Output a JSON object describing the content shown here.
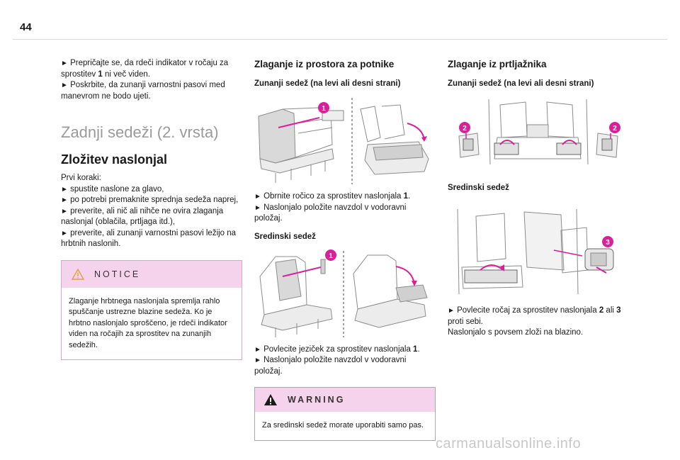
{
  "page_number": "44",
  "col1": {
    "intro_lines": [
      {
        "pre": "Prepričajte se, da rdeči indikator v ročaju za sprostitev ",
        "bold": "1",
        "post": " ni več viden."
      },
      {
        "pre": "Poskrbite, da zunanji varnostni pasovi med manevrom ne bodo ujeti.",
        "bold": "",
        "post": ""
      }
    ],
    "chapter_title": "Zadnji sedeži (2. vrsta)",
    "section_title": "Zložitev naslonjal",
    "first_steps_label": "Prvi koraki:",
    "steps": [
      "spustite naslone za glavo,",
      "po potrebi premaknite sprednja sedeža naprej,",
      "preverite, ali nič ali nihče ne ovira zlaganja naslonjal (oblačila, prtljaga itd.),",
      "preverite, ali zunanji varnostni pasovi ležijo na hrbtnih naslonih."
    ],
    "notice": {
      "label": "NOTICE",
      "body": "Zlaganje hrbtnega naslonjala spremlja rahlo spuščanje ustrezne blazine sedeža. Ko je hrbtno naslonjalo sproščeno, je rdeči indikator viden na ročajih za sprostitev na zunanjih sedežih."
    }
  },
  "col2": {
    "title": "Zlaganje iz prostora za potnike",
    "sub1": "Zunanji sedež (na levi ali desni strani)",
    "steps1": [
      {
        "pre": "Obrnite ročico za sprostitev naslonjala ",
        "bold": "1",
        "post": "."
      },
      {
        "pre": "Naslonjalo položite navzdol v vodoravni položaj.",
        "bold": "",
        "post": ""
      }
    ],
    "sub2": "Sredinski sedež",
    "steps2": [
      {
        "pre": "Povlecite jeziček za sprostitev naslonjala ",
        "bold": "1",
        "post": "."
      },
      {
        "pre": "Naslonjalo položite navzdol v vodoravni položaj.",
        "bold": "",
        "post": ""
      }
    ],
    "warning": {
      "label": "WARNING",
      "body": "Za sredinski sedež morate uporabiti samo pas."
    },
    "callout_1": "1"
  },
  "col3": {
    "title": "Zlaganje iz prtljažnika",
    "sub1": "Zunanji sedež (na levi ali desni strani)",
    "sub2": "Sredinski sedež",
    "step_pre": "Povlecite ročaj za sprostitev naslonjala ",
    "step_bold1": "2",
    "step_mid": " ali ",
    "step_bold2": "3",
    "step_post": " proti sebi.",
    "step2": "Naslonjalo s povsem zloži na blazino.",
    "callout_2": "2",
    "callout_3": "3"
  },
  "arrow_glyph": "►",
  "watermark": "carmanualsonline.info",
  "colors": {
    "accent": "#d6219b",
    "notice_bg": "#f6d3ec"
  }
}
